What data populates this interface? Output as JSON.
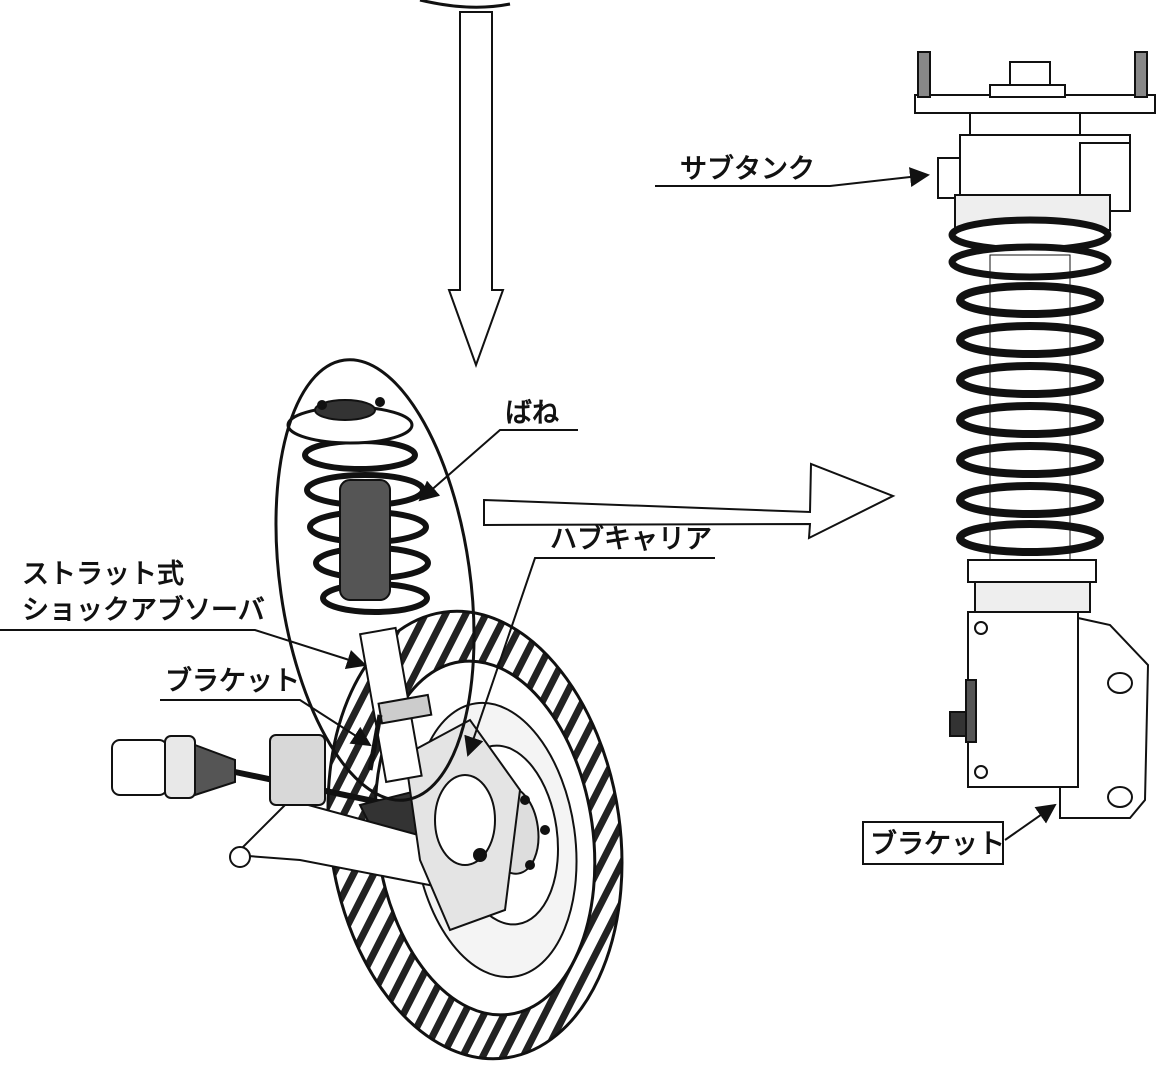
{
  "labels": {
    "sub_tank": "サブタンク",
    "spring": "ばね",
    "hub_carrier": "ハブキャリア",
    "strut_line1": "ストラット式",
    "strut_line2": "ショックアブソーバ",
    "bracket_left": "ブラケット",
    "bracket_right": "ブラケット"
  }
}
